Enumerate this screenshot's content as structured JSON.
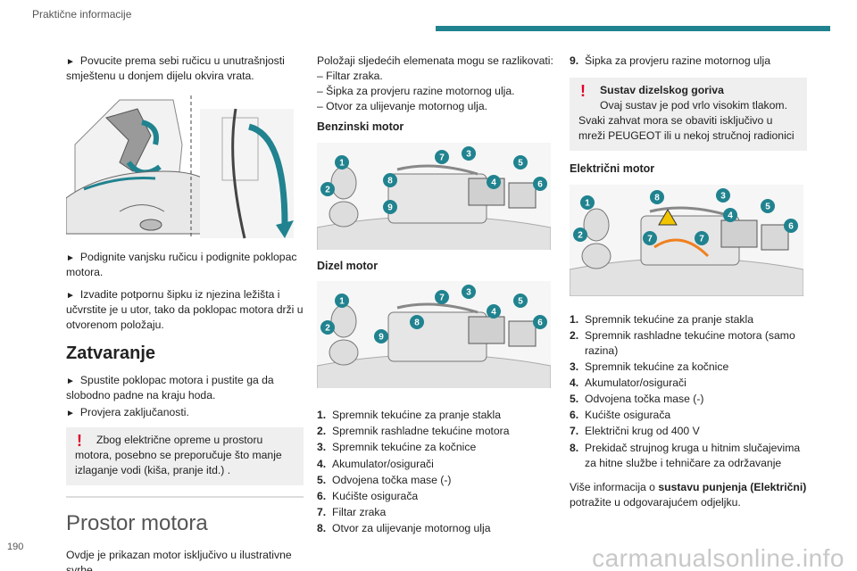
{
  "header": {
    "title": "Praktične informacije",
    "accent_color": "#20838f"
  },
  "footer": {
    "page_number": "190",
    "watermark": "carmanualsonline.info"
  },
  "col1": {
    "step1": "Povucite prema sebi ručicu u unutrašnjosti smještenu u donjem dijelu okvira vrata.",
    "step2": "Podignite vanjsku ručicu i podignite poklopac motora.",
    "step3": "Izvadite potpornu šipku iz njezina ležišta i učvrstite je u utor, tako da poklopac motora drži u otvorenom položaju.",
    "closing_heading": "Zatvaranje",
    "step4": "Spustite poklopac motora i pustite ga da slobodno padne na kraju hoda.",
    "step5": "Provjera zaključanosti.",
    "warning": "Zbog električne opreme u prostoru motora, posebno se preporučuje što manje izlaganje vodi (kiša, pranje itd.) .",
    "chapter_heading": "Prostor motora",
    "intro": "Ovdje je prikazan motor isključivo u ilustrativne svrhe."
  },
  "col2": {
    "intro": "Položaji sljedećih elemenata mogu se razlikovati:",
    "variants": [
      "– Filtar zraka.",
      "– Šipka za provjeru razine motornog ulja.",
      "– Otvor za ulijevanje motornog ulja."
    ],
    "petrol_heading": "Benzinski motor",
    "diesel_heading": "Dizel motor",
    "legend": [
      {
        "n": "1.",
        "text": "Spremnik tekućine za pranje stakla"
      },
      {
        "n": "2.",
        "text": "Spremnik rashladne tekućine motora"
      },
      {
        "n": "3.",
        "text": "Spremnik tekućine za kočnice"
      },
      {
        "n": "4.",
        "text": "Akumulator/osigurači"
      },
      {
        "n": "5.",
        "text": "Odvojena točka mase (-)"
      },
      {
        "n": "6.",
        "text": "Kućište osigurača"
      },
      {
        "n": "7.",
        "text": "Filtar zraka"
      },
      {
        "n": "8.",
        "text": "Otvor za ulijevanje motornog ulja"
      }
    ]
  },
  "col3": {
    "item9": {
      "n": "9.",
      "text": "Šipka za provjeru razine motornog ulja"
    },
    "alert_title": "Sustav dizelskog goriva",
    "alert_body": "Ovaj sustav je pod vrlo visokim tlakom. Svaki zahvat mora se obaviti isključivo u mreži PEUGEOT ili u nekoj stručnoj radionici",
    "electric_heading": "Električni motor",
    "legend": [
      {
        "n": "1.",
        "text": "Spremnik tekućine za pranje stakla"
      },
      {
        "n": "2.",
        "text": "Spremnik rashladne tekućine motora (samo razina)"
      },
      {
        "n": "3.",
        "text": "Spremnik tekućine za kočnice"
      },
      {
        "n": "4.",
        "text": "Akumulator/osigurači"
      },
      {
        "n": "5.",
        "text": "Odvojena točka mase (-)"
      },
      {
        "n": "6.",
        "text": "Kućište osigurača"
      },
      {
        "n": "7.",
        "text": "Električni krug od 400 V"
      },
      {
        "n": "8.",
        "text": "Prekidač strujnog kruga u hitnim slučajevima za hitne službe i tehničare za održavanje"
      }
    ],
    "more_prefix": "Više informacija o ",
    "more_bold": "sustavu punjenja (Električni)",
    "more_suffix": " potražite u odgovarajućem odjeljku."
  },
  "callout_numbers": {
    "petrol": [
      "1",
      "2",
      "3",
      "4",
      "5",
      "6",
      "7",
      "8",
      "9"
    ],
    "diesel": [
      "1",
      "2",
      "3",
      "4",
      "5",
      "6",
      "7",
      "8",
      "9"
    ],
    "electric": [
      "1",
      "2",
      "3",
      "4",
      "5",
      "6",
      "7",
      "7",
      "8"
    ]
  }
}
